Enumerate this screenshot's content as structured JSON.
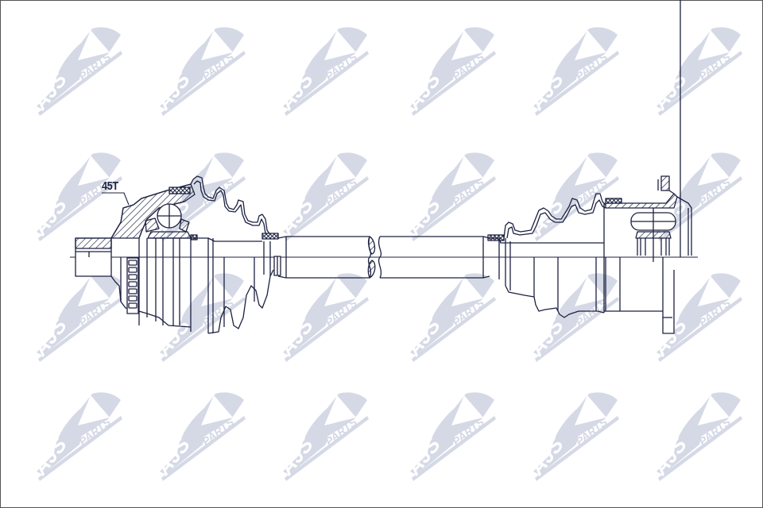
{
  "figure": {
    "subject": "drive shaft (CV axle) technical drawing",
    "line_color": "#1c2140",
    "background_color": "#ffffff",
    "callouts": [
      {
        "label": "45T",
        "target": "outer CV joint ABS ring teeth"
      }
    ]
  },
  "watermark": {
    "text_primary": "AJS",
    "text_secondary": "PARTS",
    "color": "#d5d9e6",
    "grid": {
      "columns": [
        40,
        195,
        350,
        510,
        665,
        820
      ],
      "rows": [
        30,
        188,
        340,
        490
      ]
    }
  }
}
